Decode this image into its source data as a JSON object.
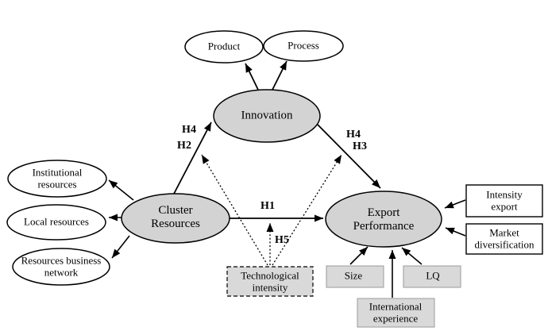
{
  "diagram": {
    "type": "path-model",
    "nodes": {
      "product": "Product",
      "process": "Process",
      "innovation": "Innovation",
      "cluster_resources": "Cluster\nResources",
      "export_performance": "Export\nPerformance",
      "institutional_resources": "Institutional\nresources",
      "local_resources": "Local resources",
      "resources_business_network": "Resources business\nnetwork",
      "technological_intensity": "Technological\nintensity",
      "intensity_export": "Intensity\nexport",
      "market_diversification": "Market\ndiversification",
      "size": "Size",
      "lq": "LQ",
      "international_experience": "International\nexperience"
    },
    "hypotheses": {
      "h4_left": "H4",
      "h2": "H2",
      "h4_right": "H4",
      "h3": "H3",
      "h1": "H1",
      "h5": "H5"
    },
    "edges": [
      {
        "from": "Innovation",
        "to": "Product",
        "style": "solid"
      },
      {
        "from": "Innovation",
        "to": "Process",
        "style": "solid"
      },
      {
        "from": "Cluster Resources",
        "to": "Innovation",
        "labels": [
          "H4",
          "H2"
        ],
        "style": "solid"
      },
      {
        "from": "Innovation",
        "to": "Export Performance",
        "labels": [
          "H4",
          "H3"
        ],
        "style": "solid"
      },
      {
        "from": "Cluster Resources",
        "to": "Export Performance",
        "labels": [
          "H1"
        ],
        "style": "solid"
      },
      {
        "from": "Cluster Resources",
        "to": "Institutional resources",
        "style": "solid"
      },
      {
        "from": "Cluster Resources",
        "to": "Local resources",
        "style": "solid"
      },
      {
        "from": "Cluster Resources",
        "to": "Resources business network",
        "style": "solid"
      },
      {
        "from": "Technological intensity",
        "to": "H2 path",
        "style": "dotted"
      },
      {
        "from": "Technological intensity",
        "to": "H1 path",
        "labels": [
          "H5"
        ],
        "style": "dotted"
      },
      {
        "from": "Technological intensity",
        "to": "H3 path",
        "style": "dotted"
      },
      {
        "from": "Intensity export",
        "to": "Export Performance",
        "style": "solid"
      },
      {
        "from": "Market diversification",
        "to": "Export Performance",
        "style": "solid"
      },
      {
        "from": "Size",
        "to": "Export Performance",
        "style": "solid"
      },
      {
        "from": "LQ",
        "to": "Export Performance",
        "style": "solid"
      },
      {
        "from": "International experience",
        "to": "Export Performance",
        "style": "solid"
      }
    ],
    "colors": {
      "construct_fill": "#d3d3d3",
      "indicator_box_fill": "#d9d9d9",
      "reflective_fill": "#ffffff",
      "stroke": "#000000",
      "background": "#ffffff"
    }
  }
}
